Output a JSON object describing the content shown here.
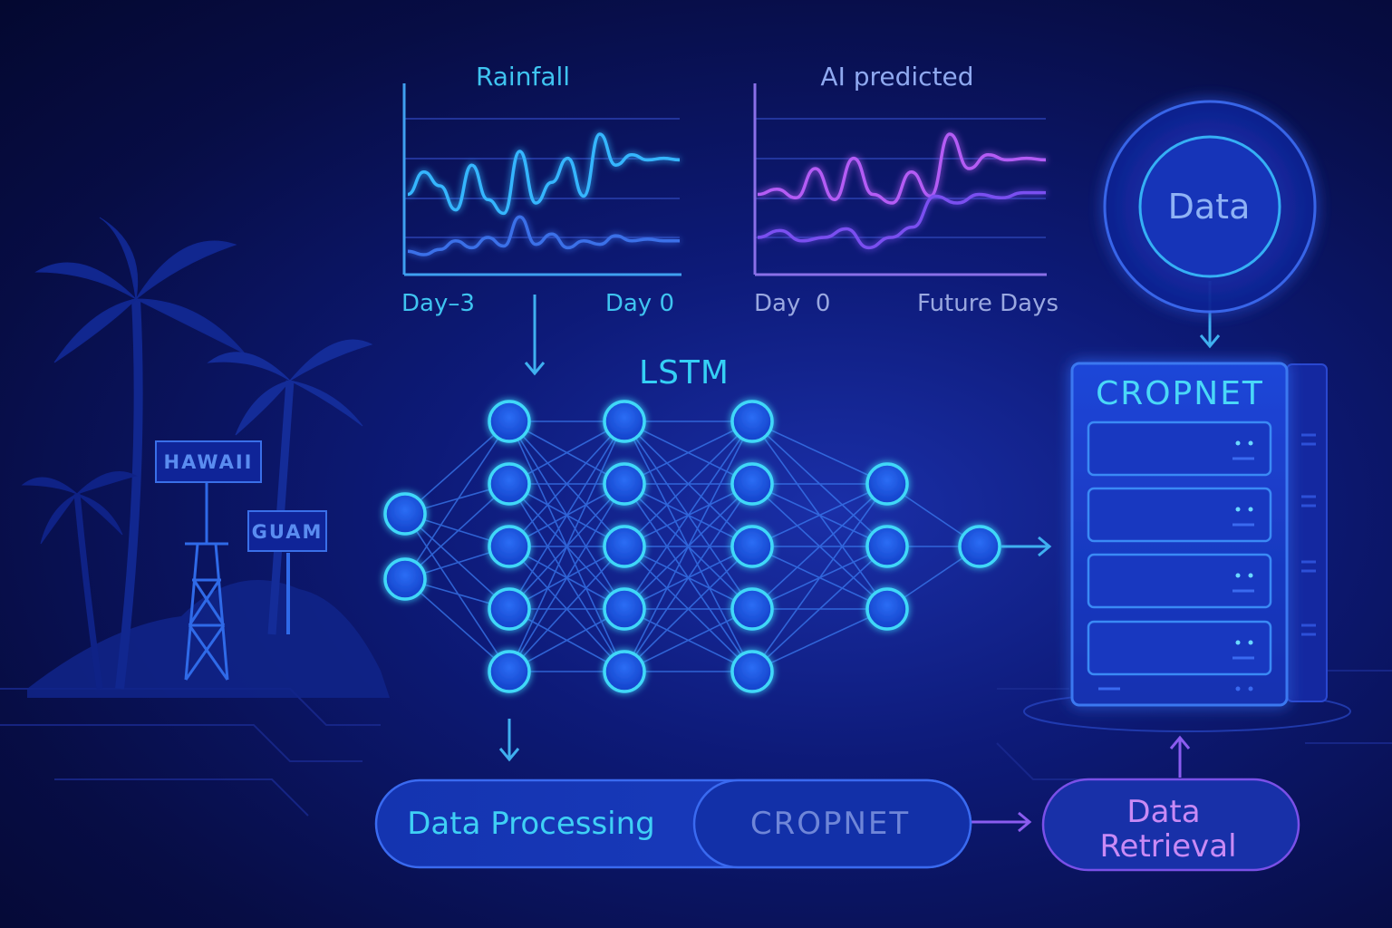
{
  "chart_data": [
    {
      "type": "line",
      "title": "Rainfall",
      "x_tick_labels": [
        "Day–3",
        "Day 0"
      ],
      "series": [
        {
          "color": "#35b6ff",
          "values": [
            0.45,
            0.58,
            0.5,
            0.36,
            0.62,
            0.42,
            0.34,
            0.7,
            0.4,
            0.52,
            0.66,
            0.44,
            0.8,
            0.62,
            0.68,
            0.65,
            0.66,
            0.65
          ]
        },
        {
          "color": "#3a6fe8",
          "values": [
            0.12,
            0.1,
            0.13,
            0.18,
            0.14,
            0.2,
            0.15,
            0.32,
            0.16,
            0.22,
            0.14,
            0.18,
            0.16,
            0.21,
            0.18,
            0.19,
            0.18,
            0.18
          ]
        }
      ]
    },
    {
      "type": "line",
      "title": "AI predicted",
      "x_tick_labels": [
        "Day  0",
        "Future Days"
      ],
      "series": [
        {
          "color": "#b45cf5",
          "values": [
            0.45,
            0.48,
            0.43,
            0.6,
            0.42,
            0.66,
            0.45,
            0.4,
            0.58,
            0.44,
            0.8,
            0.6,
            0.68,
            0.65,
            0.66,
            0.65
          ]
        },
        {
          "color": "#7a4ff0",
          "values": [
            0.2,
            0.24,
            0.18,
            0.2,
            0.25,
            0.14,
            0.2,
            0.26,
            0.44,
            0.4,
            0.45,
            0.43,
            0.46,
            0.46
          ]
        }
      ]
    }
  ],
  "network": {
    "label": "LSTM",
    "layers": [
      2,
      5,
      5,
      5,
      3,
      1
    ]
  },
  "signs": {
    "hawaii": "HAWAII",
    "guam": "GUAM"
  },
  "data_circle": {
    "label": "Data"
  },
  "server": {
    "title": "CROPNET",
    "rows": 4
  },
  "pipeline": {
    "processing": "Data Processing",
    "cropnet": "CROPNET",
    "retrieval_line1": "Data",
    "retrieval_line2": "Retrieval"
  },
  "colors": {
    "accent_cyan": "#3fd0f5",
    "accent_blue": "#3a6fe8",
    "accent_purple": "#b45cf5",
    "background": "#0d1a78"
  }
}
